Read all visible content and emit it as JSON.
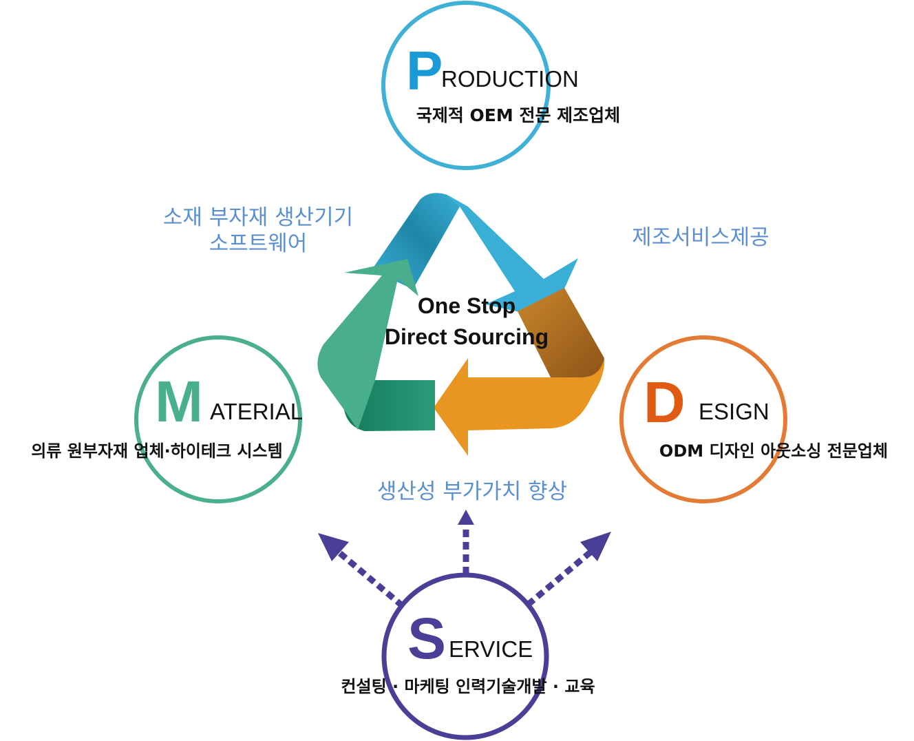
{
  "colors": {
    "production": "#3fb0d6",
    "production_letter": "#1a9ad6",
    "material": "#4aaf8e",
    "design": "#e37b34",
    "design_letter": "#e05a12",
    "service": "#4a3f97",
    "note": "#5b8fd0",
    "arrow_blue": "#3aafd6",
    "arrow_brown": "#b26a1e",
    "arrow_orange": "#e89521",
    "arrow_green": "#48ae8c",
    "arrow_darkgreen": "#1e8f6b"
  },
  "center": {
    "line1": "One Stop",
    "line2": "Direct Sourcing"
  },
  "production": {
    "letter": "P",
    "word": "RODUCTION",
    "description": "국제적 OEM 전문 제조업체"
  },
  "material": {
    "letter": "M",
    "word": "ATERIAL",
    "description": "의류 원부자재 업체·하이테크 시스템"
  },
  "design": {
    "letter": "D",
    "word": "ESIGN",
    "description": "ODM 디자인 아웃소싱 전문업체"
  },
  "service": {
    "letter": "S",
    "word": "ERVICE",
    "description": "컨설팅 · 마케팅 인력기술개발 · 교육"
  },
  "notes": {
    "top_left_line1": "소재 부자재 생산기기",
    "top_left_line2": "소프트웨어",
    "top_right": "제조서비스제공",
    "bottom": "생산성 부가가치 향상"
  }
}
